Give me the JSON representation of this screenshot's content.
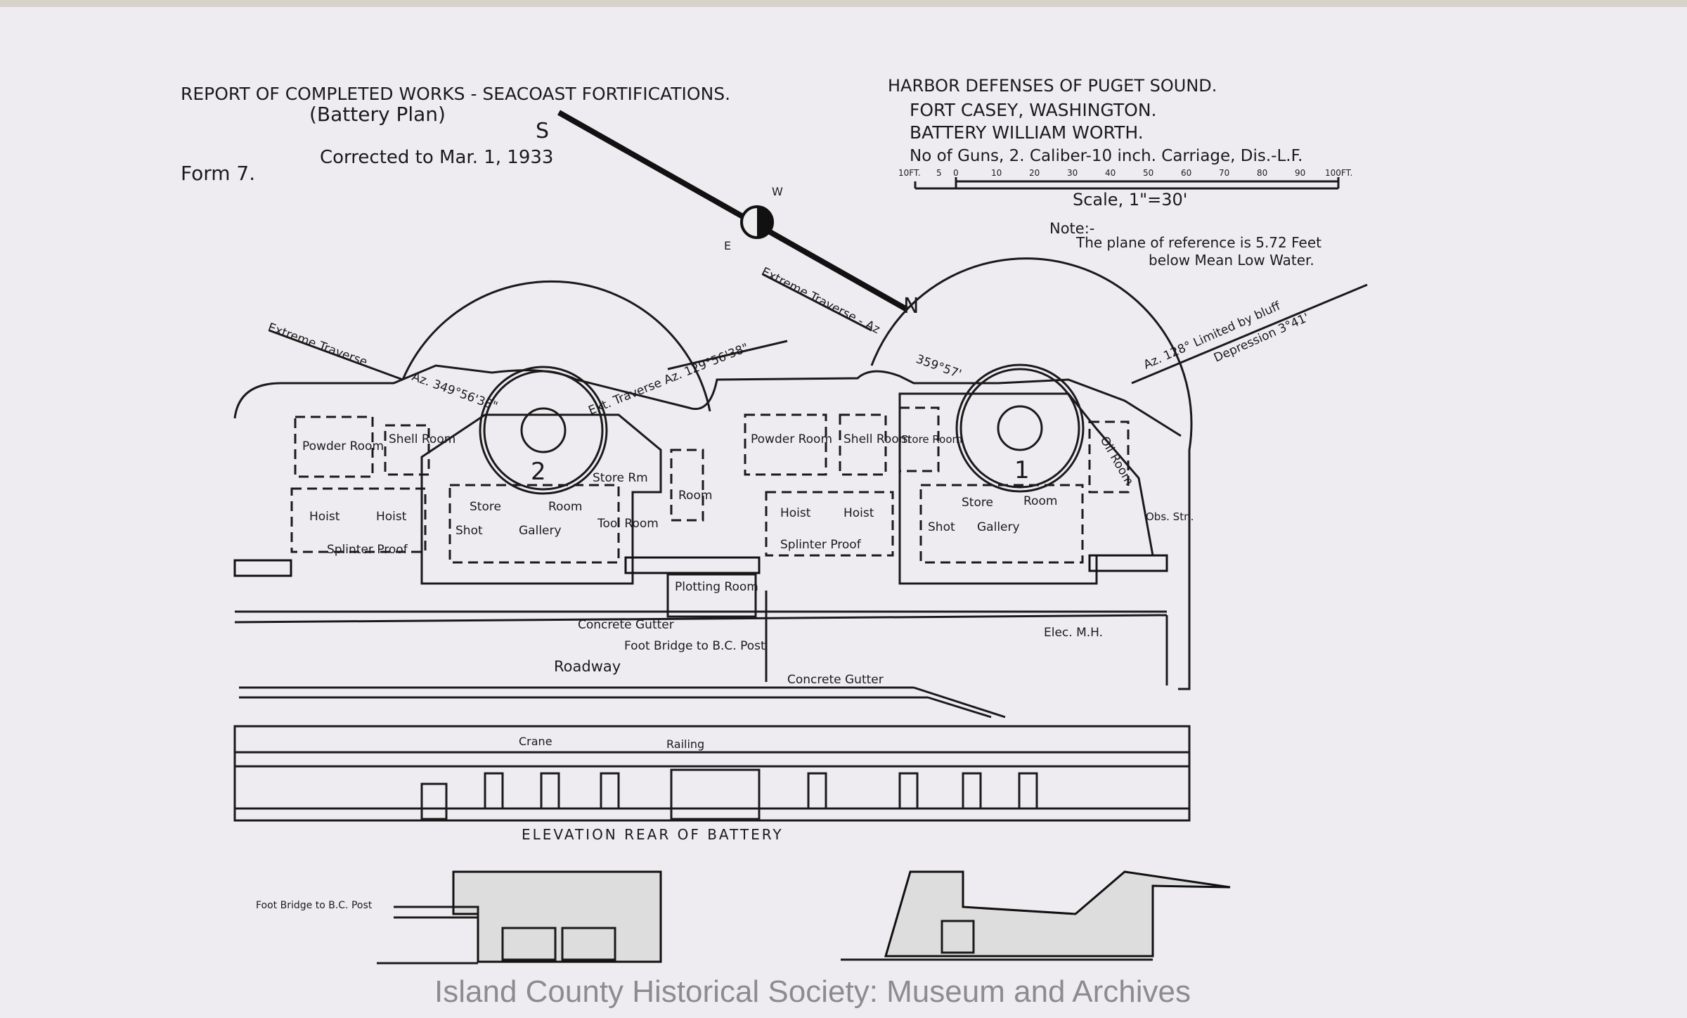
{
  "header_left": {
    "title": "REPORT OF COMPLETED WORKS - SEACOAST FORTIFICATIONS.",
    "subtitle": "(Battery Plan)",
    "corrected": "Corrected to Mar. 1, 1933",
    "form": "Form 7."
  },
  "header_right": {
    "line1": "HARBOR DEFENSES OF PUGET SOUND.",
    "line2": "FORT CASEY, WASHINGTON.",
    "line3": "BATTERY WILLIAM WORTH.",
    "line4": "No of Guns, 2. Caliber-10 inch. Carriage, Dis.-L.F."
  },
  "scale": {
    "ticks": [
      "10FT.",
      "5",
      "0",
      "10",
      "20",
      "30",
      "40",
      "50",
      "60",
      "70",
      "80",
      "90",
      "100FT."
    ],
    "label": "Scale, 1\"=30'"
  },
  "note": {
    "title": "Note:-",
    "line1": "The plane of reference is 5.72 Feet",
    "line2": "below Mean Low Water."
  },
  "compass": {
    "s": "S",
    "n": "N",
    "e": "E",
    "w": "W"
  },
  "plan_labels": {
    "ext_trav_left": "Extreme Traverse",
    "az_left": "Az. 349°56'38\"",
    "ext_trav_mid": "Ext. Traverse Az. 129°56'38\"",
    "ext_trav_right": "Extreme Traverse - Az",
    "az_right": "359°57'",
    "limited": "Az. 128° Limited by bluff",
    "depression": "Depression 3°41'",
    "gun2": "2",
    "gun1": "1",
    "powder_room_l": "Powder Room",
    "shell_room_l": "Shell Room",
    "hoist_a": "Hoist",
    "hoist_b": "Hoist",
    "splinter_l": "Splinter Proof",
    "store_l": "Store",
    "room_l": "Room",
    "shot_l": "Shot",
    "gallery_l": "Gallery",
    "store_rm": "Store Rm",
    "tool_room": "Tool Room",
    "room_mid": "Room",
    "powder_room_r": "Powder Room",
    "shell_room_r": "Shell Room",
    "store_room_r": "Store Room",
    "hoist_c": "Hoist",
    "hoist_d": "Hoist",
    "splinter_r": "Splinter Proof",
    "store_r": "Store",
    "room_r": "Room",
    "shot_r": "Shot",
    "gallery_r": "Gallery",
    "oil_room": "Oil Room",
    "obs_stn": "Obs. Stn.",
    "plotting_room": "Plotting Room",
    "concrete_gutter_1": "Concrete Gutter",
    "foot_bridge": "Foot Bridge to B.C. Post",
    "elec_mh": "Elec. M.H.",
    "roadway": "Roadway",
    "concrete_gutter_2": "Concrete Gutter"
  },
  "elevation": {
    "crane": "Crane",
    "railing": "Railing",
    "title": "ELEVATION REAR OF BATTERY"
  },
  "sections": {
    "foot_bridge": "Foot Bridge to B.C. Post"
  },
  "watermark": "Island County Historical Society: Museum and Archives"
}
